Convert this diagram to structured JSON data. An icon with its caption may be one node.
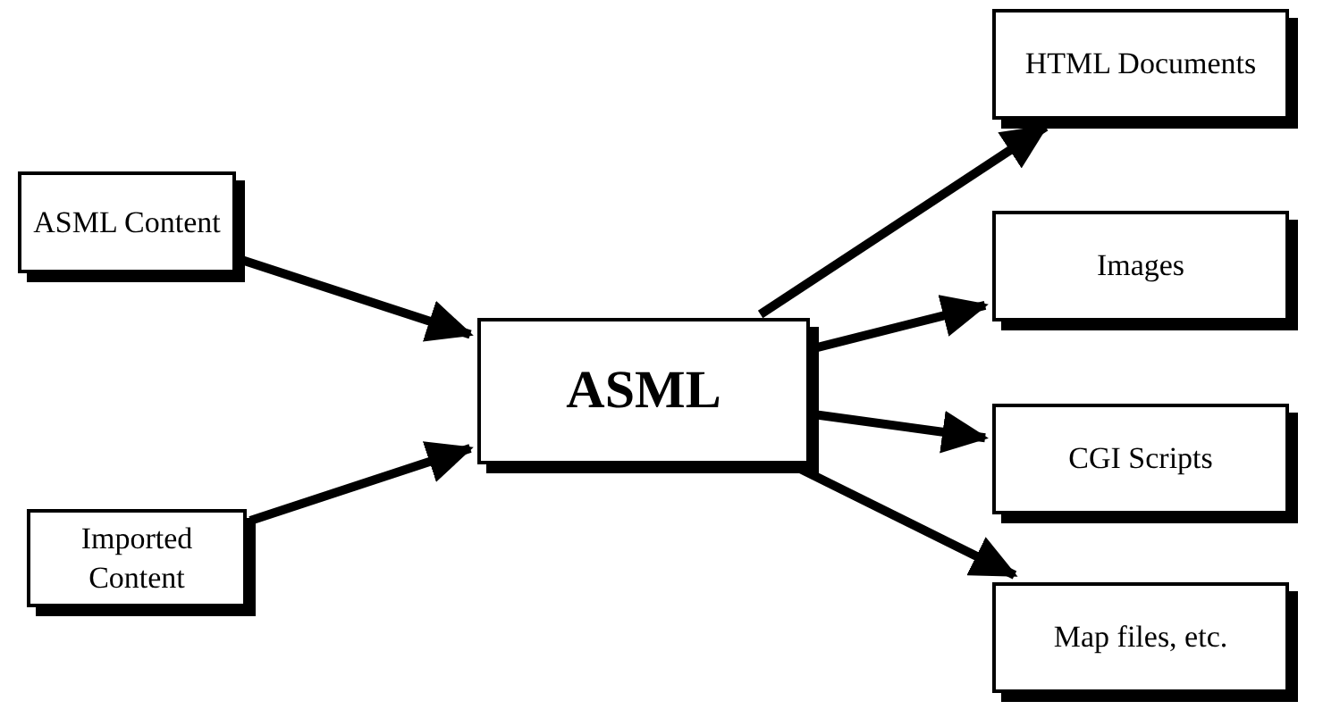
{
  "diagram": {
    "nodes": [
      {
        "text": [
          "ASML Content"
        ]
      },
      {
        "text": [
          "Imported Content"
        ]
      },
      {
        "text": [
          "ASML"
        ]
      },
      {
        "text": [
          "HTML Documents"
        ]
      },
      {
        "text": [
          "Images"
        ]
      },
      {
        "text": [
          "CGI Scripts"
        ]
      },
      {
        "text": [
          "Map files, etc."
        ]
      }
    ],
    "edges": [
      {
        "from": 0,
        "to": 2,
        "arrow": "to"
      },
      {
        "from": 1,
        "to": 2,
        "arrow": "to"
      },
      {
        "from": 2,
        "to": 3,
        "arrow": "to"
      },
      {
        "from": 2,
        "to": 4,
        "arrow": "to"
      },
      {
        "from": 2,
        "to": 5,
        "arrow": "to"
      },
      {
        "from": 2,
        "to": 6,
        "arrow": "to"
      }
    ]
  }
}
